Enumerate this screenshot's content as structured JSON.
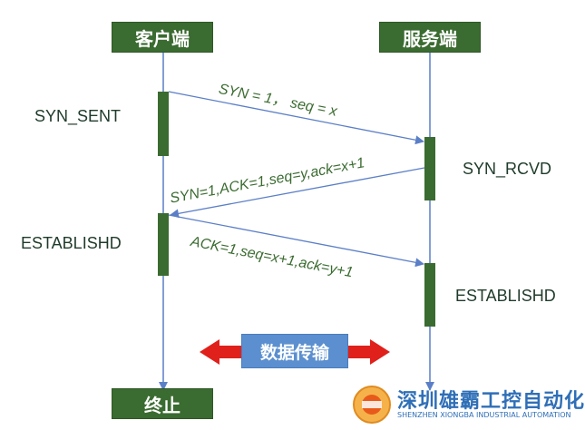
{
  "participants": {
    "client": "客户端",
    "server": "服务端",
    "end": "终止"
  },
  "states": {
    "client_syn_sent": "SYN_SENT",
    "server_syn_rcvd": "SYN_RCVD",
    "client_established": "ESTABLISHD",
    "server_established": "ESTABLISHD"
  },
  "messages": {
    "syn": "SYN = 1，  seq = x",
    "syn_ack": "SYN=1,ACK=1,seq=y,ack=x+1",
    "ack": "ACK=1,seq=x+1,ack=y+1"
  },
  "data_transfer_label": "数据传输",
  "watermark": {
    "name": "深圳雄霸工控自动化",
    "english": "SHENZHEN XIONGBA INDUSTRIAL AUTOMATION"
  },
  "colors": {
    "box_green": "#3a6b30",
    "lifeline_blue": "#5b7fc7",
    "arrow_red": "#e0201b",
    "data_blue": "#5b8fcf"
  }
}
